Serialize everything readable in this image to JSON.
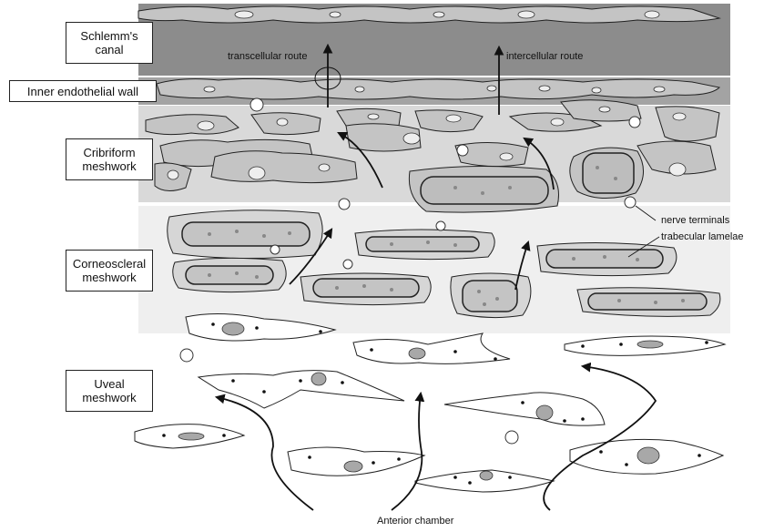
{
  "labels": {
    "schlemm": "Schlemm's canal",
    "inner_wall": "Inner endothelial wall",
    "cribriform": "Cribriform meshwork",
    "corneoscleral": "Corneoscleral meshwork",
    "uveal": "Uveal meshwork"
  },
  "annotations": {
    "transcellular": "transcellular route",
    "intercellular": "intercellular route",
    "nerve": "nerve terminals",
    "lamelae": "trabecular lamelae",
    "anterior": "Anterior chamber"
  },
  "colors": {
    "canal": "#8c8c8c",
    "inner_wall": "#a3a3a3",
    "cribriform": "#d9d9d9",
    "corneoscleral": "#efefef",
    "cell_fill": "#c4c4c4",
    "nucleus": "#e6e6e6",
    "uveal_nucleus": "#a8a8a8"
  }
}
